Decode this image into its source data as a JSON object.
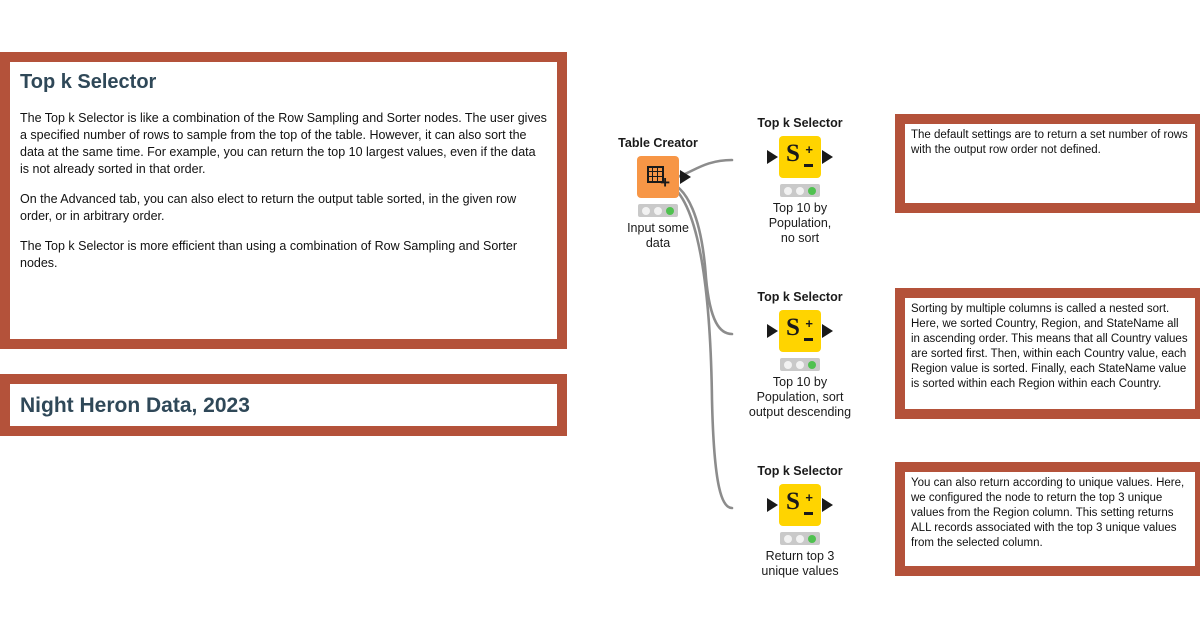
{
  "theme": {
    "annotation_border_color": "#b4523a",
    "heading_color": "#2f4858",
    "node_orange": "#f79646",
    "node_yellow": "#ffd400",
    "status_green": "#4fc14f",
    "wire_gray": "#8c8c8c"
  },
  "description_box": {
    "title": "Top k Selector",
    "paragraphs": [
      "The Top k Selector is like a combination of the Row Sampling and Sorter nodes. The user gives a specified number of rows to sample from the top of the table. However, it can also sort the data at the same time. For example, you can return the top 10 largest values, even if the data is not already sorted in that order.",
      "On the Advanced tab, you can also elect to return the output table sorted, in the given row order, or in arbitrary order.",
      "The Top k Selector is more efficient than using a combination of Row Sampling and Sorter nodes."
    ]
  },
  "subtitle_box": {
    "title": "Night Heron Data, 2023"
  },
  "notes": [
    {
      "id": "note-default-settings",
      "text": "The default settings are to return a set number of rows with the output row order not defined."
    },
    {
      "id": "note-nested-sort",
      "text": "Sorting by multiple columns is called a nested sort. Here, we sorted Country, Region, and StateName all in ascending order. This means that all Country values are sorted first. Then, within each Country value, each Region value is sorted. Finally, each StateName value is sorted within each Region within each Country."
    },
    {
      "id": "note-unique-values",
      "text": "You can also return according to unique values. Here, we configured the node to return the top 3 unique values from the Region column. This setting returns ALL records associated with the top 3 unique values from the selected column."
    }
  ],
  "workflow": {
    "nodes": [
      {
        "id": "table-creator",
        "title": "Table Creator",
        "label": "Input some\ndata",
        "icon": "table-creator-icon",
        "color": "#f79646",
        "status": [
          "idle",
          "idle",
          "executed"
        ]
      },
      {
        "id": "topk-1",
        "title": "Top k Selector",
        "label": "Top 10 by\nPopulation,\nno sort",
        "icon": "top-k-selector-icon",
        "color": "#ffd400",
        "status": [
          "idle",
          "idle",
          "executed"
        ]
      },
      {
        "id": "topk-2",
        "title": "Top k Selector",
        "label": "Top 10 by\nPopulation, sort\noutput descending",
        "icon": "top-k-selector-icon",
        "color": "#ffd400",
        "status": [
          "idle",
          "idle",
          "executed"
        ]
      },
      {
        "id": "topk-3",
        "title": "Top k Selector",
        "label": "Return top 3\nunique values",
        "icon": "top-k-selector-icon",
        "color": "#ffd400",
        "status": [
          "idle",
          "idle",
          "executed"
        ]
      }
    ],
    "connections": [
      {
        "from": "table-creator",
        "to": "topk-1"
      },
      {
        "from": "table-creator",
        "to": "topk-2"
      },
      {
        "from": "table-creator",
        "to": "topk-3"
      }
    ]
  }
}
